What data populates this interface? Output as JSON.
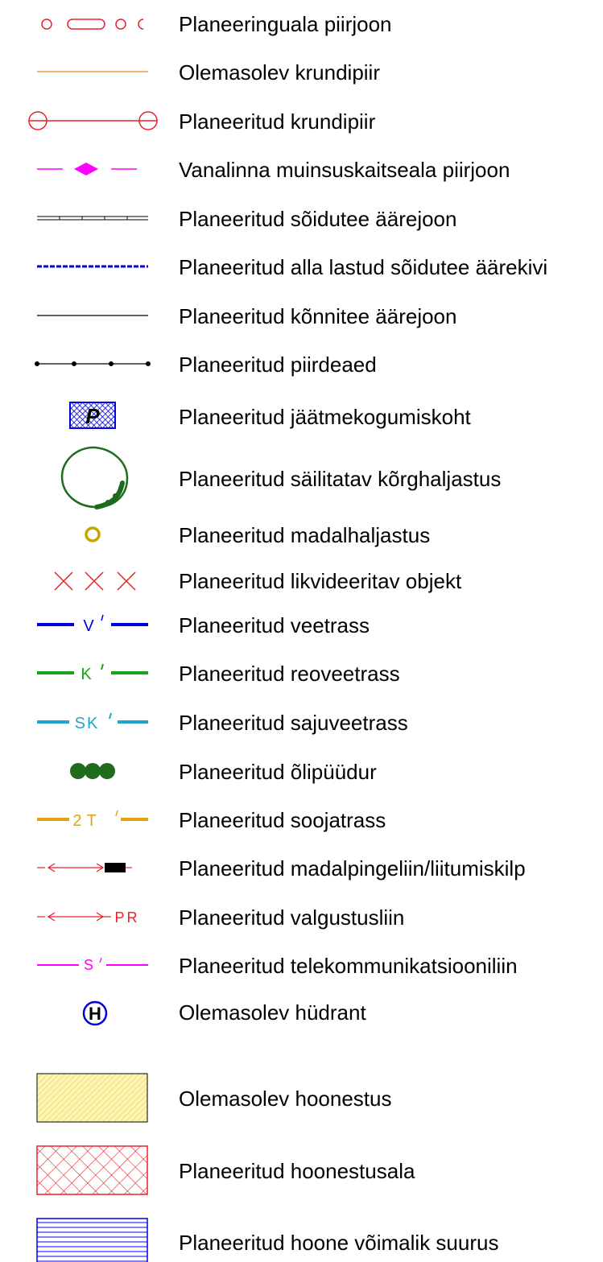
{
  "legend": {
    "items": [
      {
        "id": "planeeringuala",
        "label": "Planeeringuala piirjoon",
        "icon": "circle-rounded-rect-line-icon"
      },
      {
        "id": "olemasolev-krundipiir",
        "label": "Olemasolev krundipiir",
        "icon": "orange-line-icon"
      },
      {
        "id": "planeeritud-krundipiir",
        "label": "Planeeritud krundipiir",
        "icon": "red-line-circle-ends-icon"
      },
      {
        "id": "vanalinna",
        "label": "Vanalinna muinsuskaitseala piirjoon",
        "icon": "magenta-diamond-dash-icon"
      },
      {
        "id": "soidutee-aarejoon",
        "label": "Planeeritud sõidutee äärejoon",
        "icon": "double-line-ticks-icon"
      },
      {
        "id": "alla-lastud",
        "label": "Planeeritud alla lastud sõidutee äärekivi",
        "icon": "blue-dashed-line-icon"
      },
      {
        "id": "konnitee",
        "label": "Planeeritud kõnnitee äärejoon",
        "icon": "black-line-icon"
      },
      {
        "id": "piirdeaed",
        "label": "Planeeritud piirdeaed",
        "icon": "dotted-fence-line-icon"
      },
      {
        "id": "jaatmekogumiskoht",
        "label": "Planeeritud jäätmekogumiskoht",
        "icon": "waste-point-icon",
        "letter": "P"
      },
      {
        "id": "korghaljastus",
        "label": "Planeeritud säilitatav kõrghaljastus",
        "icon": "tree-canopy-icon"
      },
      {
        "id": "madalhaljastus",
        "label": "Planeeritud madalhaljastus",
        "icon": "shrub-circle-icon"
      },
      {
        "id": "likvideeritav",
        "label": "Planeeritud likvideeritav objekt",
        "icon": "red-cross-icon"
      },
      {
        "id": "veetrass",
        "label": "Planeeritud veetrass",
        "icon": "water-line-icon",
        "code": "V"
      },
      {
        "id": "reoveetrass",
        "label": "Planeeritud reoveetrass",
        "icon": "sewer-line-icon",
        "code": "K"
      },
      {
        "id": "sajuveetrass",
        "label": "Planeeritud sajuveetrass",
        "icon": "storm-line-icon",
        "code": "SK"
      },
      {
        "id": "olipuudur",
        "label": "Planeeritud õlipüüdur",
        "icon": "oil-separator-icon"
      },
      {
        "id": "soojatrass",
        "label": "Planeeritud soojatrass",
        "icon": "heat-line-icon",
        "code": "2T"
      },
      {
        "id": "madalpinge",
        "label": "Planeeritud madalpingeliin/liitumiskilp",
        "icon": "low-voltage-line-icon"
      },
      {
        "id": "valgustus",
        "label": "Planeeritud valgustusliin",
        "icon": "lighting-line-icon",
        "code": "PR"
      },
      {
        "id": "telekom",
        "label": "Planeeritud telekommunikatsiooniliin",
        "icon": "telecom-line-icon",
        "code": "S"
      },
      {
        "id": "hudrant",
        "label": "Olemasolev hüdrant",
        "icon": "hydrant-icon",
        "letter": "H"
      },
      {
        "id": "olemasolev-hoonestus",
        "label": "Olemasolev hoonestus",
        "icon": "yellow-hatch-box-icon"
      },
      {
        "id": "hoonestusala",
        "label": "Planeeritud hoonestusala",
        "icon": "red-crosshatch-box-icon"
      },
      {
        "id": "hoone-suurus",
        "label": "Planeeritud hoone võimalik suurus",
        "icon": "blue-stripe-box-icon"
      }
    ]
  },
  "colors": {
    "red": "#e8202a",
    "orange": "#ee9a3c",
    "magenta": "#ff00ff",
    "blue": "#0000dd",
    "green": "#19a319",
    "dark_green": "#1e6b1e",
    "cyan": "#1ba6c9",
    "gold": "#e4a20e",
    "olive": "#c9a400",
    "yellow_fill": "#fdf6b2",
    "hatch_yellow": "#d8c84a"
  }
}
